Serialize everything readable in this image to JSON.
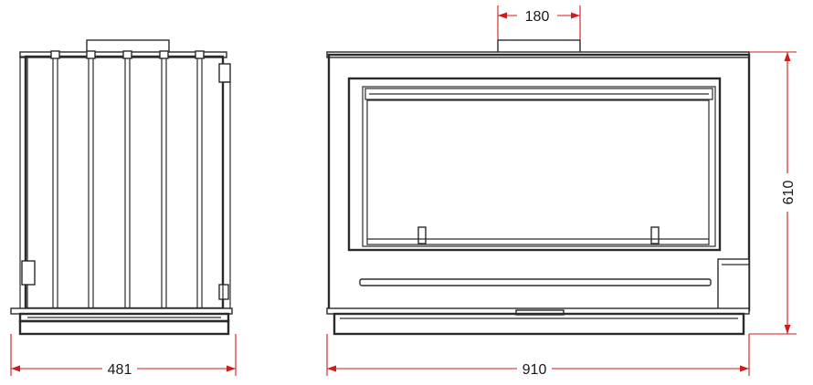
{
  "dimensions": {
    "flue_diameter": "180",
    "height": "610",
    "side_depth": "481",
    "front_width": "910"
  },
  "colors": {
    "outline": "#2b2b2b",
    "dimension_line": "#d21a1a",
    "background": "#ffffff"
  }
}
